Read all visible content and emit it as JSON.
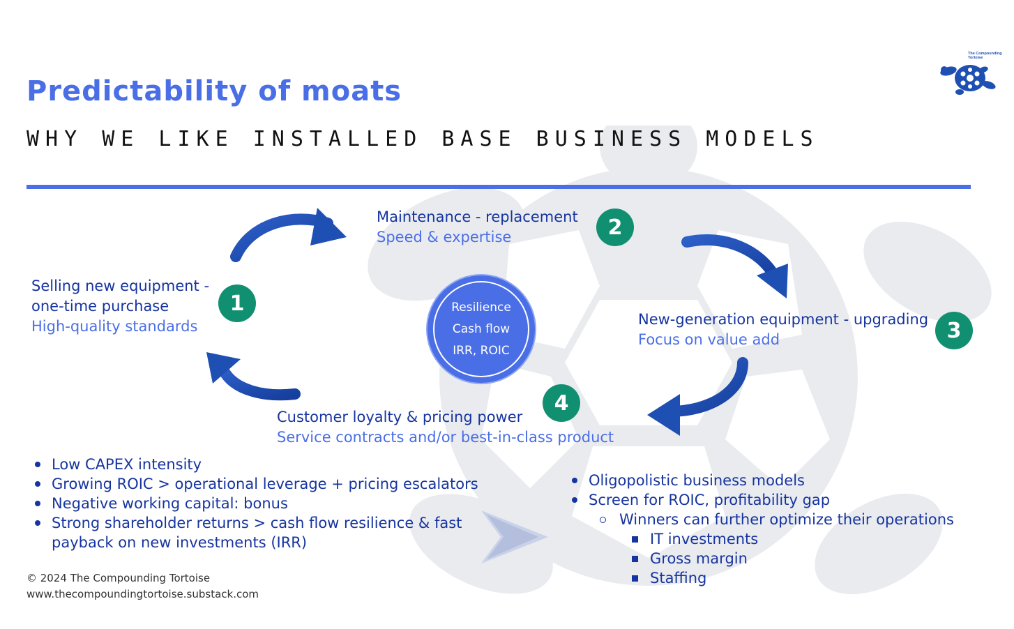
{
  "header": {
    "title": "Predictability of moats",
    "subtitle": "WHY WE LIKE INSTALLED BASE BUSINESS MODELS"
  },
  "logo": {
    "brand_line1": "The Compounding",
    "brand_line2": "Tortoise",
    "icon": "tortoise-icon"
  },
  "cycle": {
    "steps": [
      {
        "number": "1",
        "line1": "Selling new equipment -",
        "line1b": "one-time purchase",
        "line2": "High-quality standards"
      },
      {
        "number": "2",
        "line1": "Maintenance - replacement",
        "line2": "Speed & expertise"
      },
      {
        "number": "3",
        "line1": "New-generation equipment - upgrading",
        "line2": "Focus on value add"
      },
      {
        "number": "4",
        "line1": "Customer loyalty & pricing power",
        "line2": "Service contracts and/or best-in-class product"
      }
    ],
    "center": [
      "Resilience",
      "Cash flow",
      "IRR, ROIC"
    ]
  },
  "left_bullets": [
    "Low CAPEX intensity",
    "Growing ROIC > operational leverage + pricing escalators",
    "Negative working capital: bonus",
    "Strong shareholder returns > cash flow resilience & fast",
    "payback on new investments (IRR)"
  ],
  "right_bullets": {
    "level1": [
      "Oligopolistic business models",
      "Screen for ROIC, profitability gap"
    ],
    "level2": [
      "Winners can further optimize their operations"
    ],
    "level3": [
      "IT investments",
      "Gross margin",
      "Staffing"
    ]
  },
  "footer": {
    "copyright": "© 2024 The Compounding Tortoise",
    "url": "www.thecompoundingtortoise.substack.com"
  },
  "colors": {
    "accent_blue": "#4a6ee6",
    "dark_blue": "#16349f",
    "arrow_blue": "#1e4fb3",
    "badge_green": "#119071"
  }
}
